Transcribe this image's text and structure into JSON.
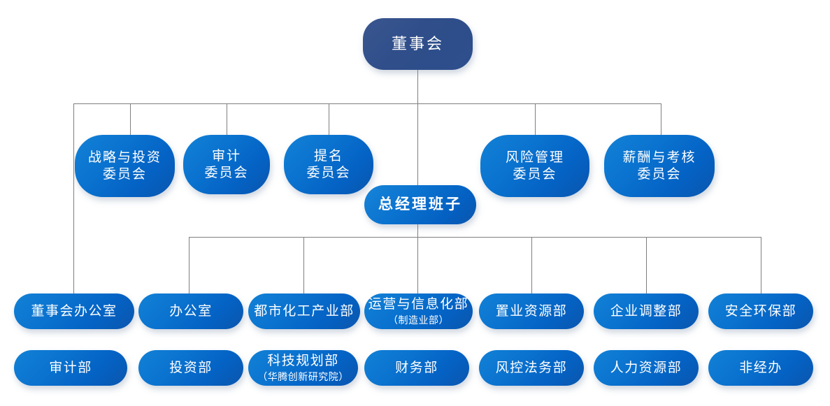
{
  "diagram": {
    "type": "organization-chart",
    "language": "zh-CN",
    "colors": {
      "root_fill": "#2f4e8a",
      "node_fill": "#0a72cf",
      "node_fill_deep": "#0b56ad",
      "line": "#7f7f7f",
      "text": "#ffffff",
      "background": "#ffffff"
    }
  },
  "root": {
    "label": "董事会"
  },
  "executive": {
    "label": "总经理班子"
  },
  "committees": [
    {
      "line1": "战略与投资",
      "line2": "委员会"
    },
    {
      "line1": "审计",
      "line2": "委员会"
    },
    {
      "line1": "提名",
      "line2": "委员会"
    },
    {
      "line1": "风险管理",
      "line2": "委员会"
    },
    {
      "line1": "薪酬与考核",
      "line2": "委员会"
    }
  ],
  "departments_row1": [
    {
      "label": "董事会办公室",
      "sub": ""
    },
    {
      "label": "办公室",
      "sub": ""
    },
    {
      "label": "都市化工产业部",
      "sub": ""
    },
    {
      "label": "运营与信息化部",
      "sub": "（制造业部）"
    },
    {
      "label": "置业资源部",
      "sub": ""
    },
    {
      "label": "企业调整部",
      "sub": ""
    },
    {
      "label": "安全环保部",
      "sub": ""
    }
  ],
  "departments_row2": [
    {
      "label": "审计部",
      "sub": ""
    },
    {
      "label": "投资部",
      "sub": ""
    },
    {
      "label": "科技规划部",
      "sub": "（华腾创新研究院）"
    },
    {
      "label": "财务部",
      "sub": ""
    },
    {
      "label": "风控法务部",
      "sub": ""
    },
    {
      "label": "人力资源部",
      "sub": ""
    },
    {
      "label": "非经办",
      "sub": ""
    }
  ]
}
